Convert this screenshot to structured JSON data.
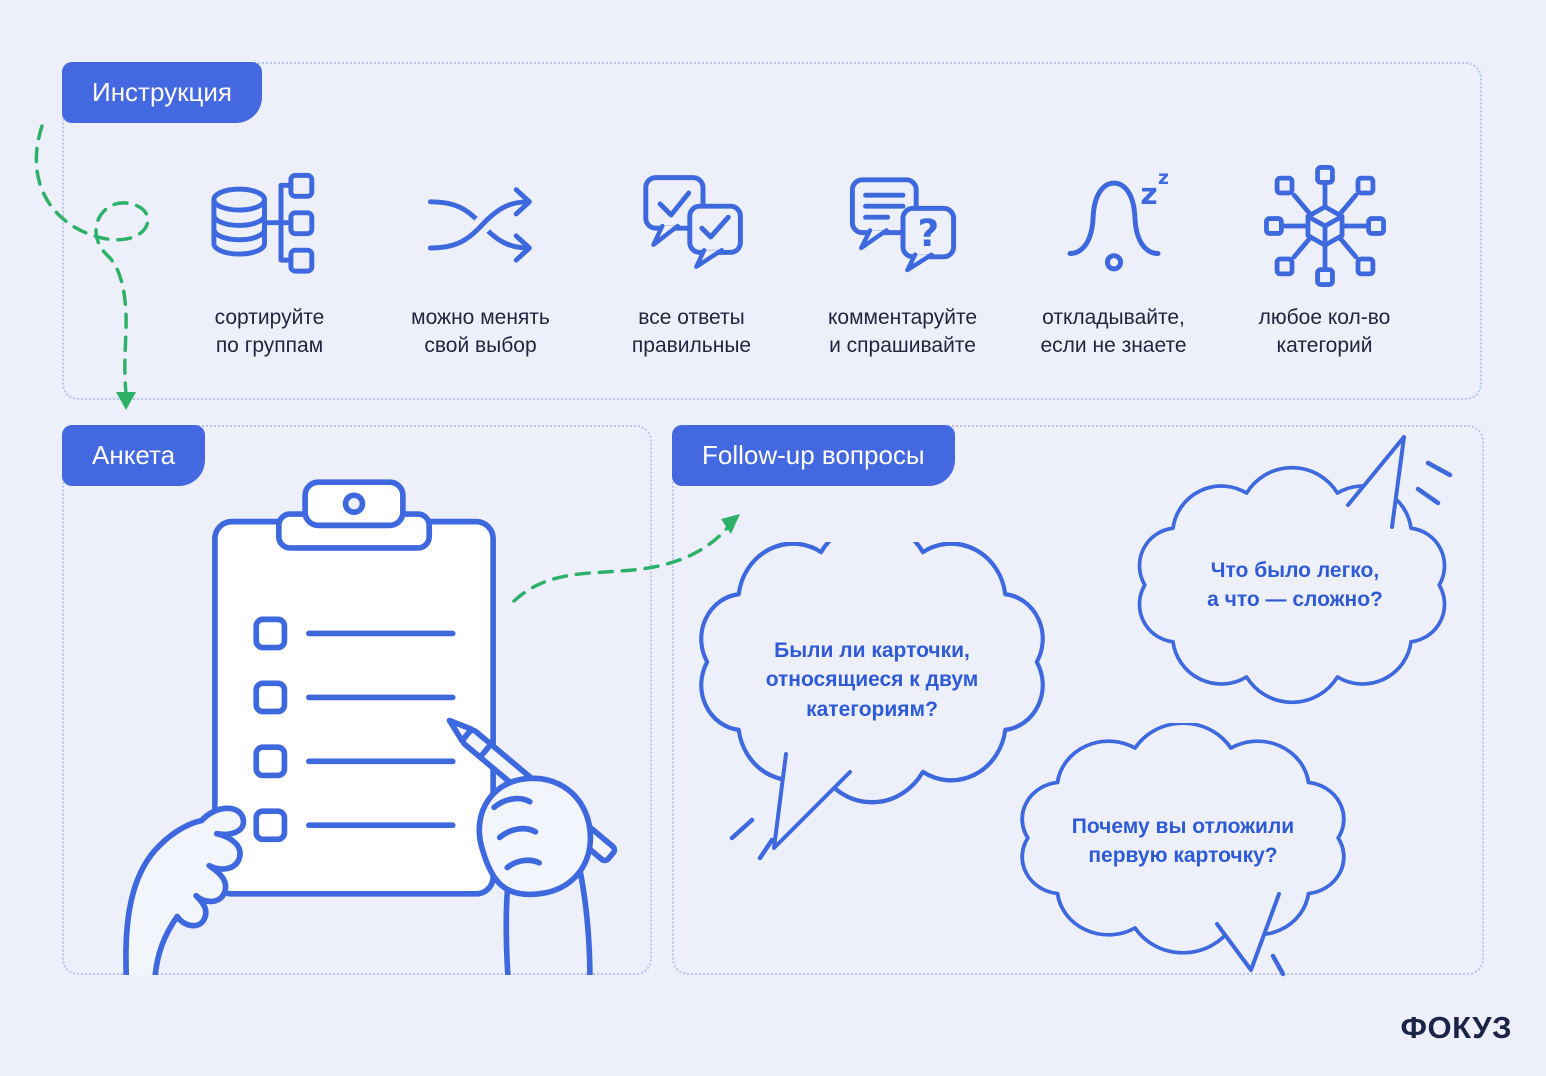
{
  "colors": {
    "background": "#edf0fa",
    "accent_blue": "#4468df",
    "stroke_blue": "#3e68de",
    "green_arrow": "#2db168",
    "caption_ink": "#20263e",
    "bubble_text_blue": "#2e5ad6",
    "logo_navy": "#1b2446"
  },
  "logo": "ФОКУЗ",
  "instruction_panel": {
    "label": "Инструкция",
    "items": [
      {
        "icon": "sort-groups-icon",
        "caption": "сортируйте\nпо группам"
      },
      {
        "icon": "shuffle-icon",
        "caption": "можно менять\nсвой выбор"
      },
      {
        "icon": "all-answers-correct-icon",
        "caption": "все ответы\nправильные"
      },
      {
        "icon": "comment-ask-icon",
        "caption": "комментаруйте\nи спрашивайте"
      },
      {
        "icon": "postpone-bell-icon",
        "caption": "откладывайте,\nесли не знаете"
      },
      {
        "icon": "any-categories-icon",
        "caption": "любое кол-во\nкатегорий"
      }
    ]
  },
  "survey_panel": {
    "label": "Анкета"
  },
  "followup_panel": {
    "label": "Follow-up вопросы",
    "bubbles": [
      {
        "text": "Были ли карточки,\nотносящиеся к двум\nкатегориям?"
      },
      {
        "text": "Что было легко,\nа что — сложно?"
      },
      {
        "text": "Почему вы отложили\nпервую карточку?"
      }
    ]
  }
}
